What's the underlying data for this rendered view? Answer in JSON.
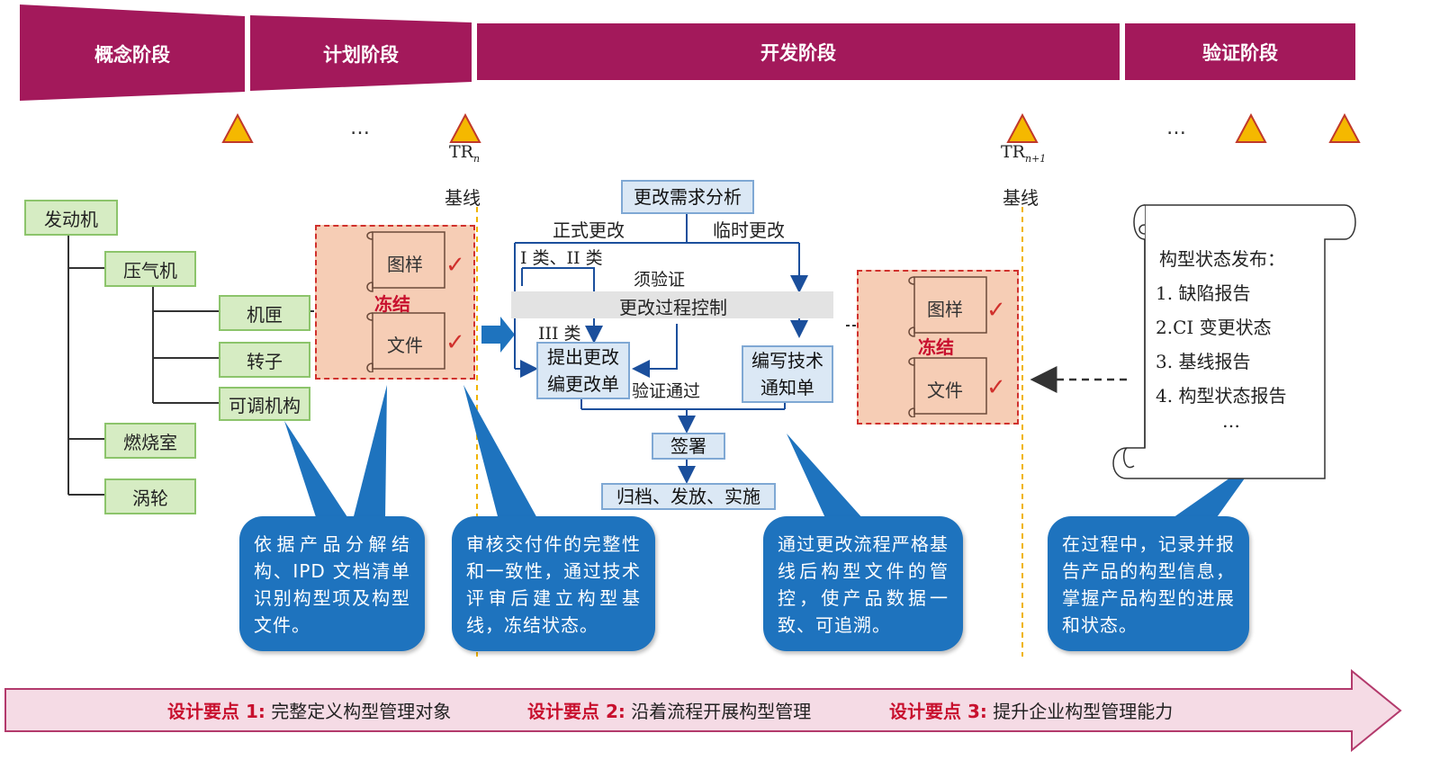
{
  "phases": {
    "concept": "概念阶段",
    "plan": "计划阶段",
    "develop": "开发阶段",
    "verify": "验证阶段"
  },
  "milestones": {
    "ellipsis": "…",
    "tr_n": "TR",
    "tr_n_sub": "n",
    "tr_n1": "TR",
    "tr_n1_sub": "n+1",
    "baseline": "基线"
  },
  "tree": {
    "root": "发动机",
    "compressor": "压气机",
    "casing": "机匣",
    "rotor": "转子",
    "adjustable": "可调机构",
    "combustor": "燃烧室",
    "turbine": "涡轮"
  },
  "frozen": {
    "drawing": "图样",
    "document": "文件",
    "freeze": "冻结"
  },
  "process": {
    "analysis": "更改需求分析",
    "formal": "正式更改",
    "temporary": "临时更改",
    "class12": "I 类、II 类",
    "need_verify": "须验证",
    "control": "更改过程控制",
    "class3": "III 类",
    "propose": "提出更改\n编更改单",
    "verified": "验证通过",
    "notice": "编写技术\n通知单",
    "sign": "签署",
    "archive": "归档、发放、实施"
  },
  "release": {
    "title": "构型状态发布：",
    "items": [
      "1. 缺陷报告",
      "2.CI 变更状态",
      "3. 基线报告",
      "4. 构型状态报告",
      "…"
    ]
  },
  "bubbles": {
    "b1": "依据产品分解结构、IPD 文档清单识别构型项及构型文件。",
    "b2": "审核交付件的完整性和一致性，通过技术评审后建立构型基线，冻结状态。",
    "b3": "通过更改流程严格基线后构型文件的管控，使产品数据一致、可追溯。",
    "b4": "在过程中，记录并报告产品的构型信息，掌握产品构型的进展和状态。"
  },
  "bottom_bar": {
    "p1_key": "设计要点 1:",
    "p1_val": "完整定义构型管理对象",
    "p2_key": "设计要点 2:",
    "p2_val": "沿着流程开展构型管理",
    "p3_key": "设计要点 3:",
    "p3_val": "提升企业构型管理能力"
  },
  "colors": {
    "phase": "#a3195b",
    "triangle": "#f5b800",
    "bubble": "#1e73be",
    "freeze": "#c8102e",
    "baseline": "#f0b400"
  }
}
